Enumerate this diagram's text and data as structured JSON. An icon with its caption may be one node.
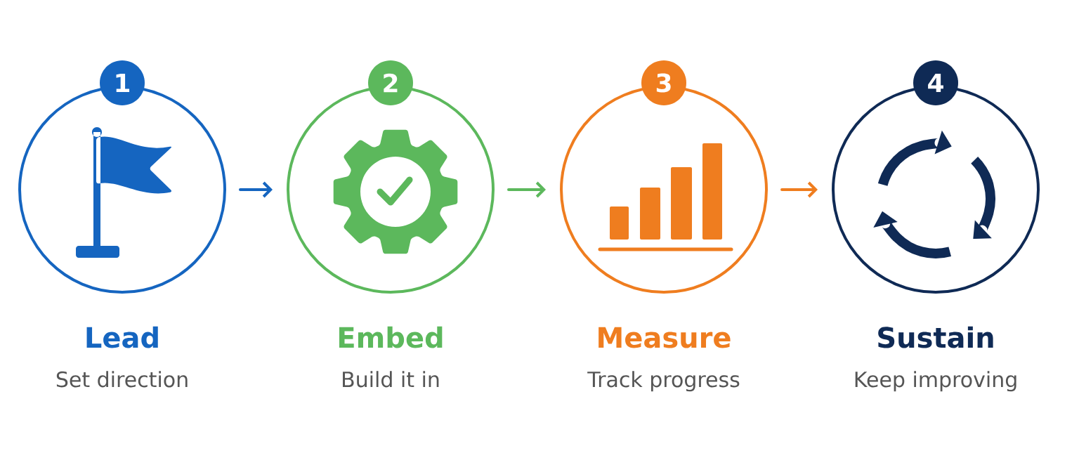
{
  "diagram": {
    "nodes": [
      {
        "text": [
          "1"
        ]
      },
      {
        "text": [
          "Lead",
          "Set direction"
        ]
      },
      {
        "text": [
          "2"
        ]
      },
      {
        "text": [
          "Embed",
          "Build it in"
        ]
      },
      {
        "text": [
          "3"
        ]
      },
      {
        "text": [
          "Measure",
          "Track progress"
        ]
      },
      {
        "text": [
          "4"
        ]
      },
      {
        "text": [
          "Sustain",
          "Keep improving"
        ]
      }
    ],
    "edges": [
      {
        "from": 1,
        "to": 3,
        "arrow": "to",
        "color": "#1565c0"
      },
      {
        "from": 3,
        "to": 5,
        "arrow": "to",
        "color": "#5cb85c"
      },
      {
        "from": 5,
        "to": 7,
        "arrow": "to",
        "color": "#ef7d1f"
      }
    ]
  }
}
